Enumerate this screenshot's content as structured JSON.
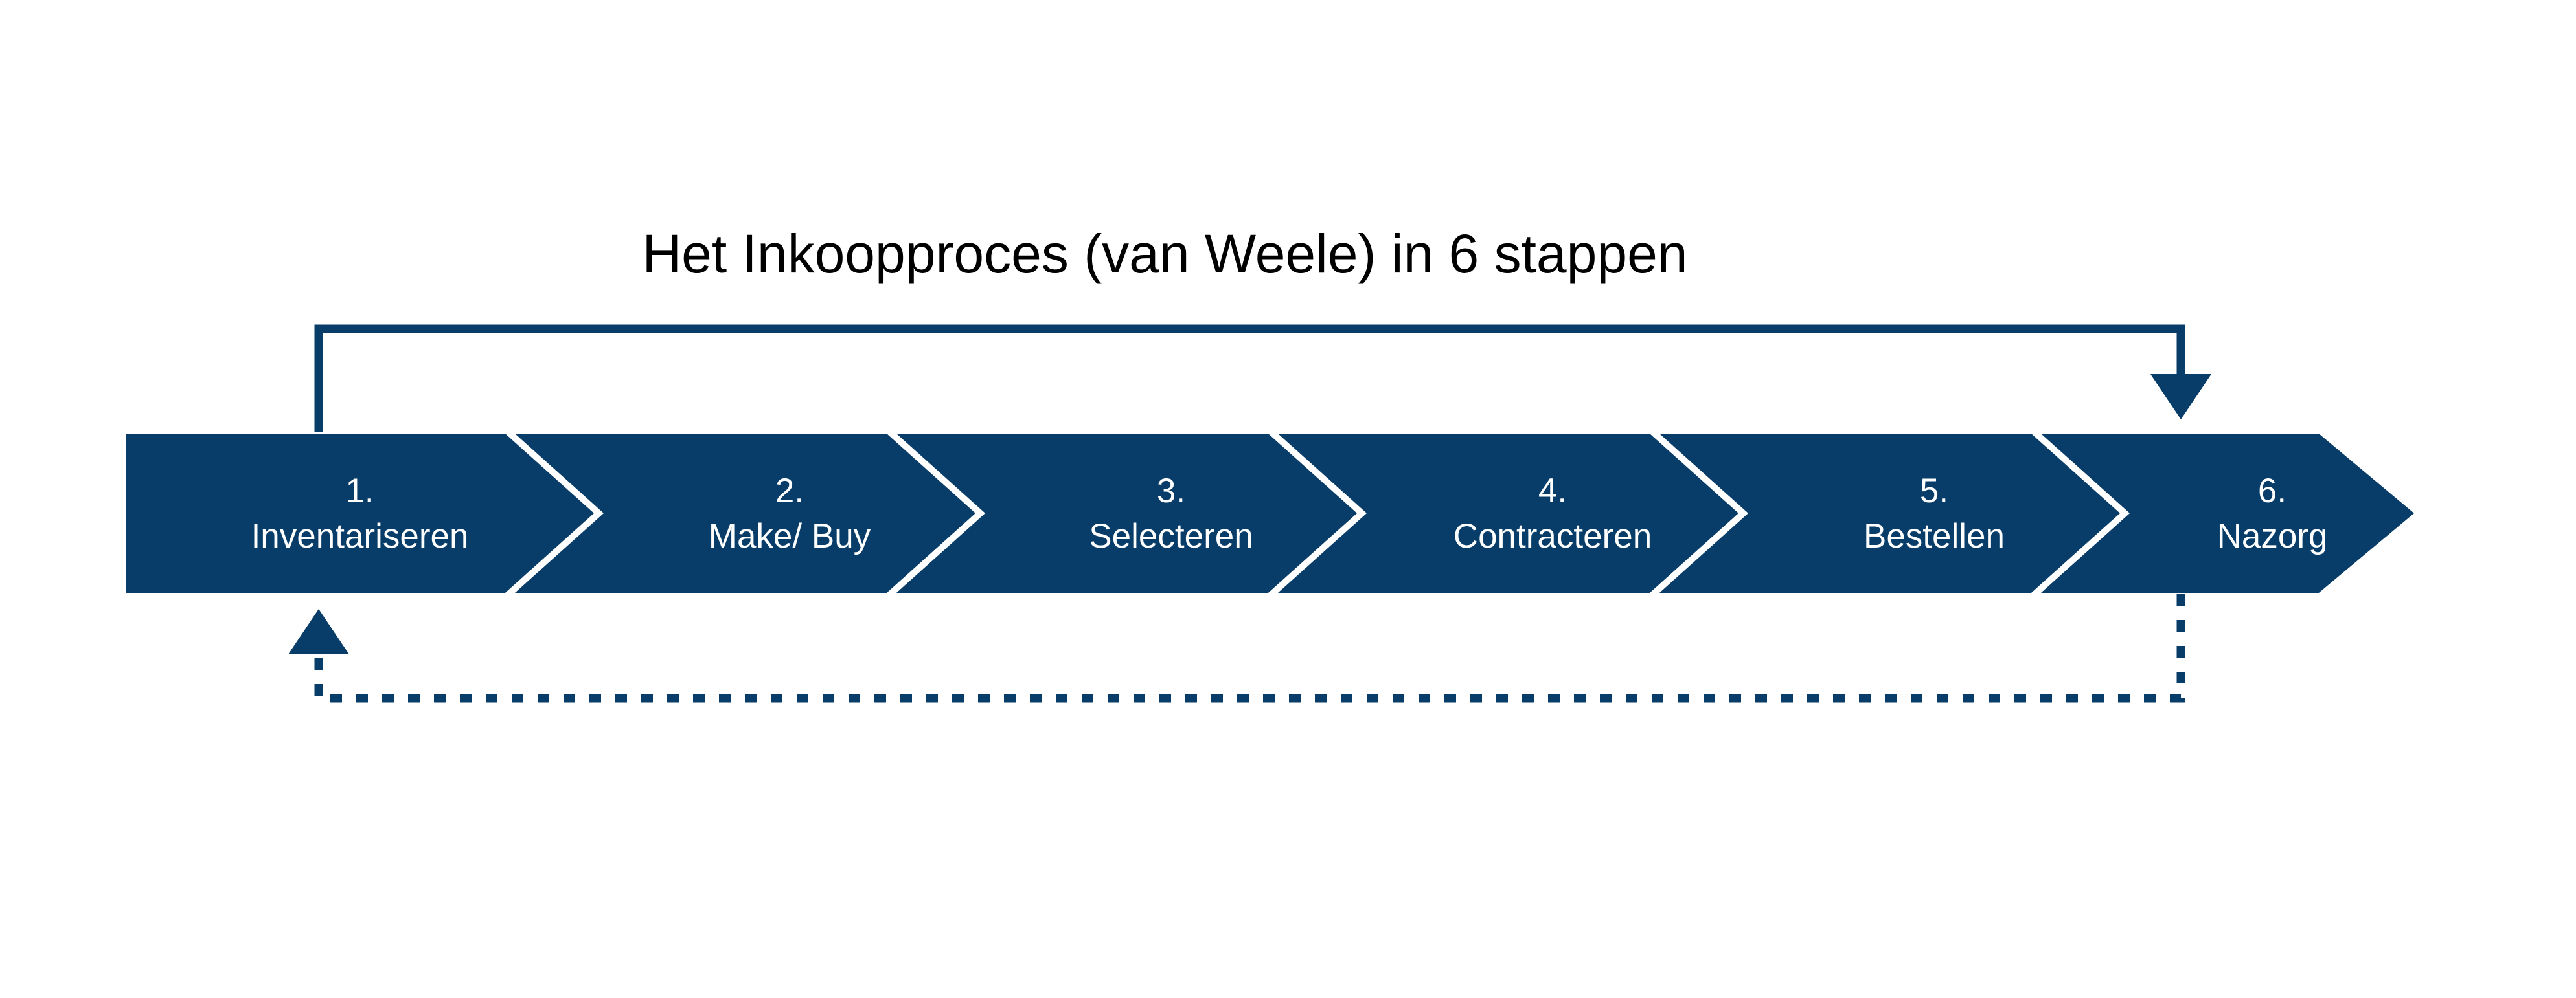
{
  "title": "Het Inkoopproces (van Weele) in 6 stappen",
  "colors": {
    "chevron_fill": "#073D68",
    "chevron_text": "#ffffff",
    "arrow_stroke": "#073D68",
    "title_text": "#000000",
    "background": "#ffffff"
  },
  "process": {
    "steps": [
      {
        "number": "1.",
        "label": "Inventariseren"
      },
      {
        "number": "2.",
        "label": "Make/ Buy"
      },
      {
        "number": "3.",
        "label": "Selecteren"
      },
      {
        "number": "4.",
        "label": "Contracteren"
      },
      {
        "number": "5.",
        "label": "Bestellen"
      },
      {
        "number": "6.",
        "label": "Nazorg"
      }
    ]
  },
  "connectors": {
    "top": {
      "name": "forward-feedback-arrow",
      "style": "solid",
      "direction": "left-to-right",
      "from_step": "1. Inventariseren",
      "to_step": "6. Nazorg",
      "label": ""
    },
    "bottom": {
      "name": "return-loop-arrow",
      "style": "dashed",
      "direction": "right-to-left",
      "from_step": "6. Nazorg",
      "to_step": "1. Inventariseren",
      "label": ""
    }
  }
}
